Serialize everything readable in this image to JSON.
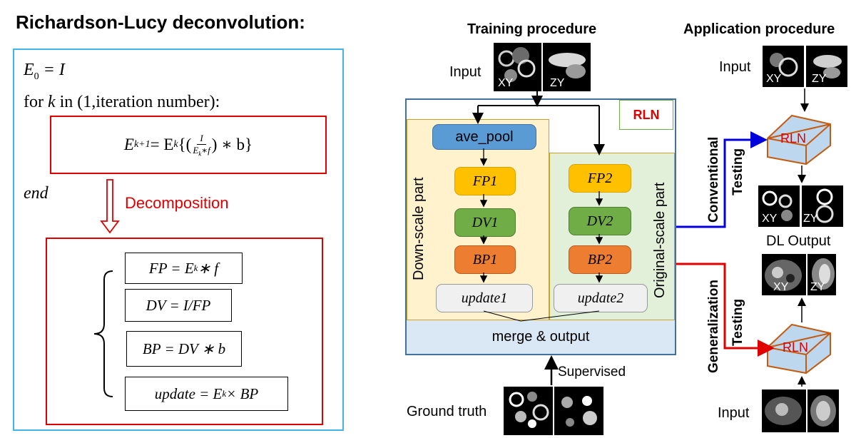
{
  "left": {
    "title": "Richardson-Lucy deconvolution:",
    "e0": "E",
    "e0_sub": "0",
    "e0_rest": " = I",
    "for_pre": "for ",
    "for_k": "k",
    "for_rest": " in (1,iteration number):",
    "update_eq": "E",
    "end": "end",
    "decomposition": "Decomposition",
    "fp_eq": "FP = E",
    "fp_eq2": " ∗ f",
    "dv_eq": "DV = I/FP",
    "bp_eq": "BP = DV ∗ b",
    "upd_eq": "update = E",
    "upd_eq2": " × BP",
    "sub_k": "k",
    "sub_k1": "k+1",
    "frac_num": "I",
    "frac_den_a": "E",
    "frac_den_b": "∗f",
    "eq_mid": " = E",
    "eq_brace1": "{(",
    "eq_brace2": ") ∗ b}"
  },
  "training": {
    "title": "Training procedure",
    "input": "Input",
    "xy": "XY",
    "zy": "ZY",
    "rln": "RLN",
    "ave_pool": "ave_pool",
    "fp1": "FP1",
    "dv1": "DV1",
    "bp1": "BP1",
    "upd1": "update1",
    "fp2": "FP2",
    "dv2": "DV2",
    "bp2": "BP2",
    "upd2": "update2",
    "down_scale": "Down-scale part",
    "orig_scale": "Original-scale part",
    "merge": "merge & output",
    "supervised": "Supervised",
    "ground_truth": "Ground truth"
  },
  "application": {
    "title": "Application procedure",
    "input_top": "Input",
    "input_bottom": "Input",
    "xy": "XY",
    "zy": "ZY",
    "rln": "RLN",
    "dl_output": "DL Output",
    "conventional": "Conventional",
    "generalization": "Generalization",
    "testing": "Testing"
  },
  "colors": {
    "red": "#e00000",
    "cyan_border": "#41b6e6",
    "network_border": "#41719c",
    "blue_arrow": "#0000dd",
    "red_arrow": "#e00000"
  }
}
